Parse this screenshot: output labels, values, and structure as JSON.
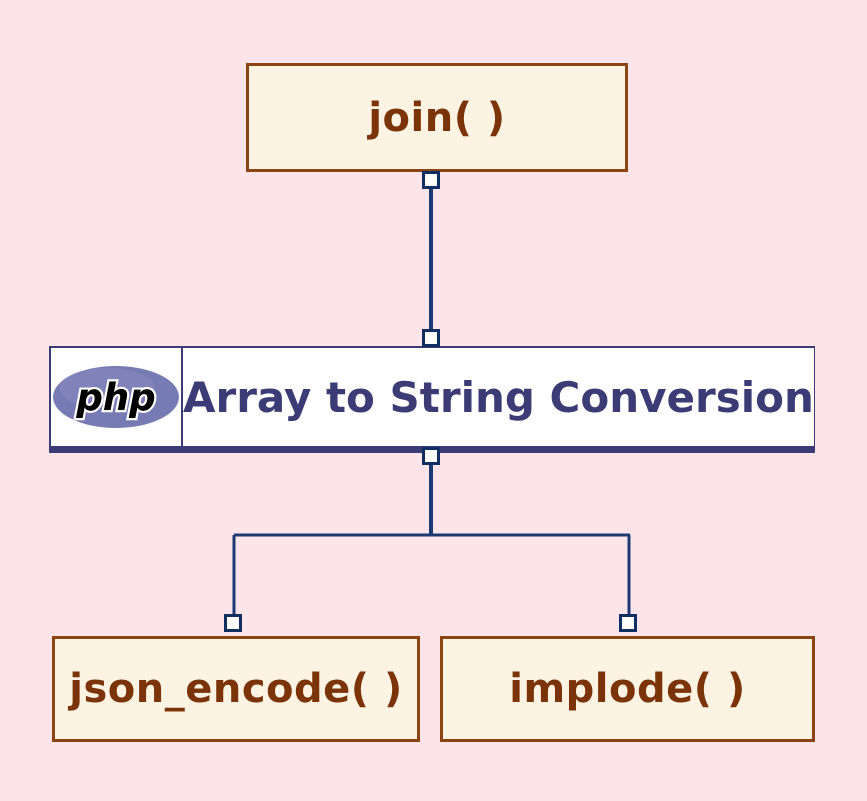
{
  "diagram": {
    "type": "hierarchy-mindmap",
    "background_color": "#fce4e9",
    "title": "Array to String Conversion",
    "central_node": {
      "label": "Array to String Conversion",
      "logo": "php-logo",
      "logo_text": "php",
      "text_color": "#3b3b76",
      "border_color": "#3b3b76",
      "background_color": "#ffffff"
    },
    "parent_nodes": [
      {
        "id": "join",
        "label": "join( )",
        "text_color": "#7b3308",
        "border_color": "#8a4513",
        "background_color": "#fdf3e3"
      }
    ],
    "child_nodes": [
      {
        "id": "json-encode",
        "label": "json_encode( )",
        "text_color": "#7b3308",
        "border_color": "#8a4513",
        "background_color": "#fdf3e3"
      },
      {
        "id": "implode",
        "label": "implode( )",
        "text_color": "#7b3308",
        "border_color": "#8a4513",
        "background_color": "#fdf3e3"
      }
    ],
    "connector": {
      "line_color": "#1b3a72",
      "square_fill": "#ffffff",
      "square_border": "#0f2f63"
    },
    "php_logo": {
      "ellipse_color": "#777bb3",
      "text": "php",
      "text_color": "#000000",
      "outline_color": "#ffffff"
    }
  }
}
